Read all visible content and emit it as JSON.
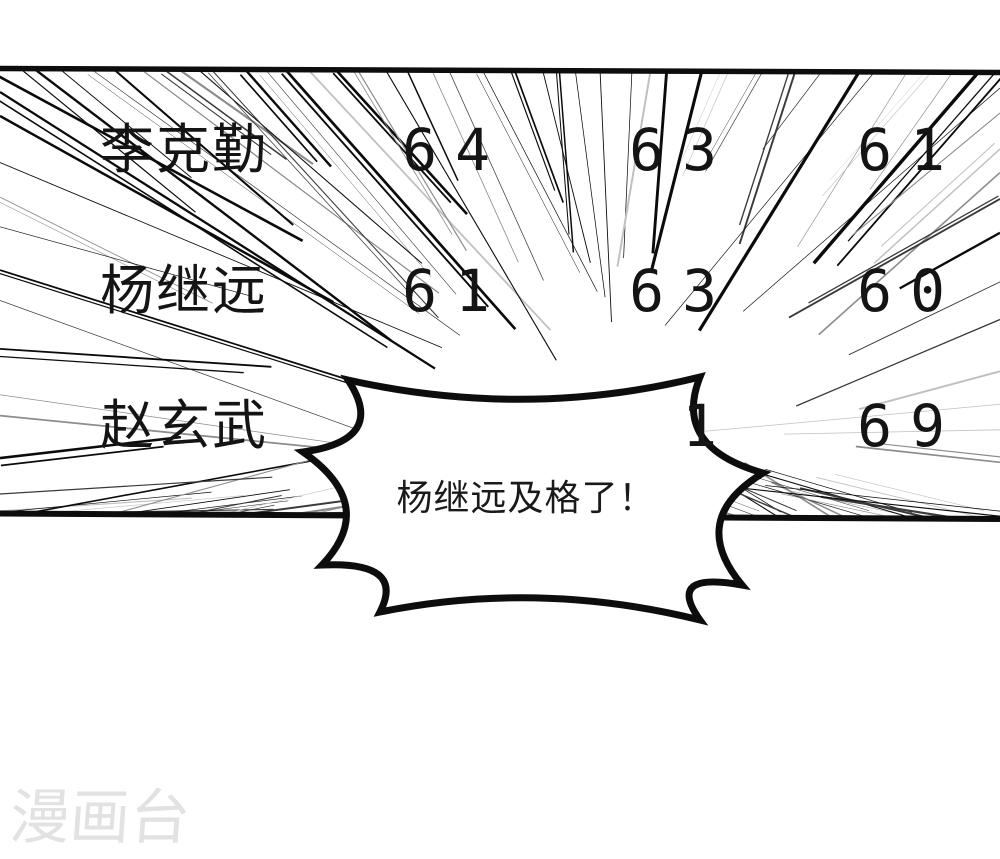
{
  "page": {
    "type": "comic-panel"
  },
  "score_table": {
    "rows": [
      {
        "name": "李克勤",
        "scores": [
          "64",
          "63",
          "61"
        ]
      },
      {
        "name": "杨继远",
        "scores": [
          "61",
          "63",
          "60"
        ]
      },
      {
        "name": "赵玄武",
        "scores": [
          "",
          "1",
          "69"
        ]
      }
    ]
  },
  "speech_bubble": {
    "text": "杨继远及格了！"
  },
  "watermark": {
    "text": "漫画台"
  },
  "colors": {
    "ink": "#141414",
    "line": "#0d0d0d",
    "watermark": "#e2e2e2",
    "background": "#ffffff"
  }
}
